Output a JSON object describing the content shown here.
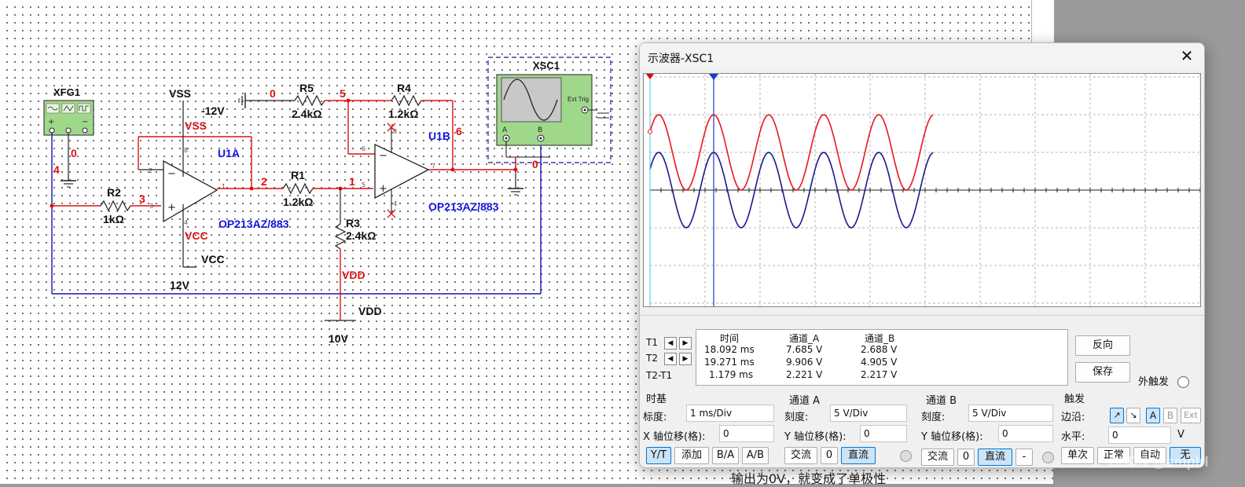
{
  "schematic": {
    "xfg1": "XFG1",
    "xsc1": "XSC1",
    "ext_trig": "Ext Trig",
    "scope_pins": {
      "a": "A",
      "b": "B"
    },
    "nodes": {
      "n0a": "0",
      "n0b": "0",
      "n0c": "0",
      "n1": "1",
      "n2": "2",
      "n3": "3",
      "n4": "4",
      "n5": "5",
      "n6": "6"
    },
    "components": {
      "r1": "R1",
      "r1_val": "1.2kΩ",
      "r2": "R2",
      "r2_val": "1kΩ",
      "r3": "R3",
      "r3_val": "2.4kΩ",
      "r4": "R4",
      "r4_val": "1.2kΩ",
      "r5": "R5",
      "r5_val": "2.4kΩ",
      "u1a": "U1A",
      "u1b": "U1B",
      "op_a": "OP213AZ/883",
      "op_b": "OP213AZ/883"
    },
    "pins": {
      "p2": "2",
      "p3": "3",
      "p4": "4",
      "p8": "8",
      "p1": "1",
      "p6": "6",
      "p5": "5",
      "p7": "7",
      "p8b": "8",
      "p4b": "4"
    },
    "power": {
      "vss": "VSS",
      "vss_red": "VSS",
      "neg12": "-12V",
      "vcc_red": "VCC",
      "vcc": "VCC",
      "v12": "12V",
      "vdd_red": "VDD",
      "vdd": "VDD",
      "v10": "10V"
    }
  },
  "scope": {
    "title": "示波器-XSC1",
    "close": "✕",
    "cursors": {
      "t1": "T1",
      "t2": "T2",
      "t2t1": "T2-T1"
    },
    "readout": {
      "headers": [
        "时间",
        "通道_A",
        "通道_B"
      ],
      "rows": [
        [
          "18.092 ms",
          "7.685 V",
          "2.688 V"
        ],
        [
          "19.271 ms",
          "9.906 V",
          "4.905 V"
        ],
        [
          "1.179 ms",
          "2.221 V",
          "2.217 V"
        ]
      ]
    },
    "reverse_btn": "反向",
    "save_btn": "保存",
    "ext_trigger_label": "外触发",
    "timebase": {
      "title": "时基",
      "scale_label": "标度:",
      "scale": "1 ms/Div",
      "xpos_label": "X 轴位移(格):",
      "xpos": "0",
      "buttons": [
        "Y/T",
        "添加",
        "B/A",
        "A/B"
      ]
    },
    "channel_a": {
      "title": "通道 A",
      "scale_label": "刻度:",
      "scale": "5  V/Div",
      "ypos_label": "Y 轴位移(格):",
      "ypos": "0",
      "ac": "交流",
      "zero": "0",
      "dc": "直流"
    },
    "channel_b": {
      "title": "通道 B",
      "scale_label": "刻度:",
      "scale": "5  V/Div",
      "ypos_label": "Y 轴位移(格):",
      "ypos": "0",
      "ac": "交流",
      "zero": "0",
      "dc": "直流",
      "minus": "-"
    },
    "trigger": {
      "title": "触发",
      "edge_label": "边沿:",
      "level_label": "水平:",
      "level": "0",
      "unit": "V",
      "edge_rise": "↗",
      "edge_fall": "↘",
      "sources": [
        "A",
        "B",
        "Ext"
      ],
      "modes": [
        "单次",
        "正常",
        "自动",
        "无"
      ]
    }
  },
  "colors": {
    "channel_a": "#e8181f",
    "channel_b": "#1a1a8c",
    "wire_red": "#e01010",
    "wire_blue": "#1414b4",
    "cursor1": "#e00000",
    "cursor2": "#1a3ad0"
  },
  "footer_text": "输出为0V，就变成了单极性",
  "watermark": "CSDN @smplrl"
}
